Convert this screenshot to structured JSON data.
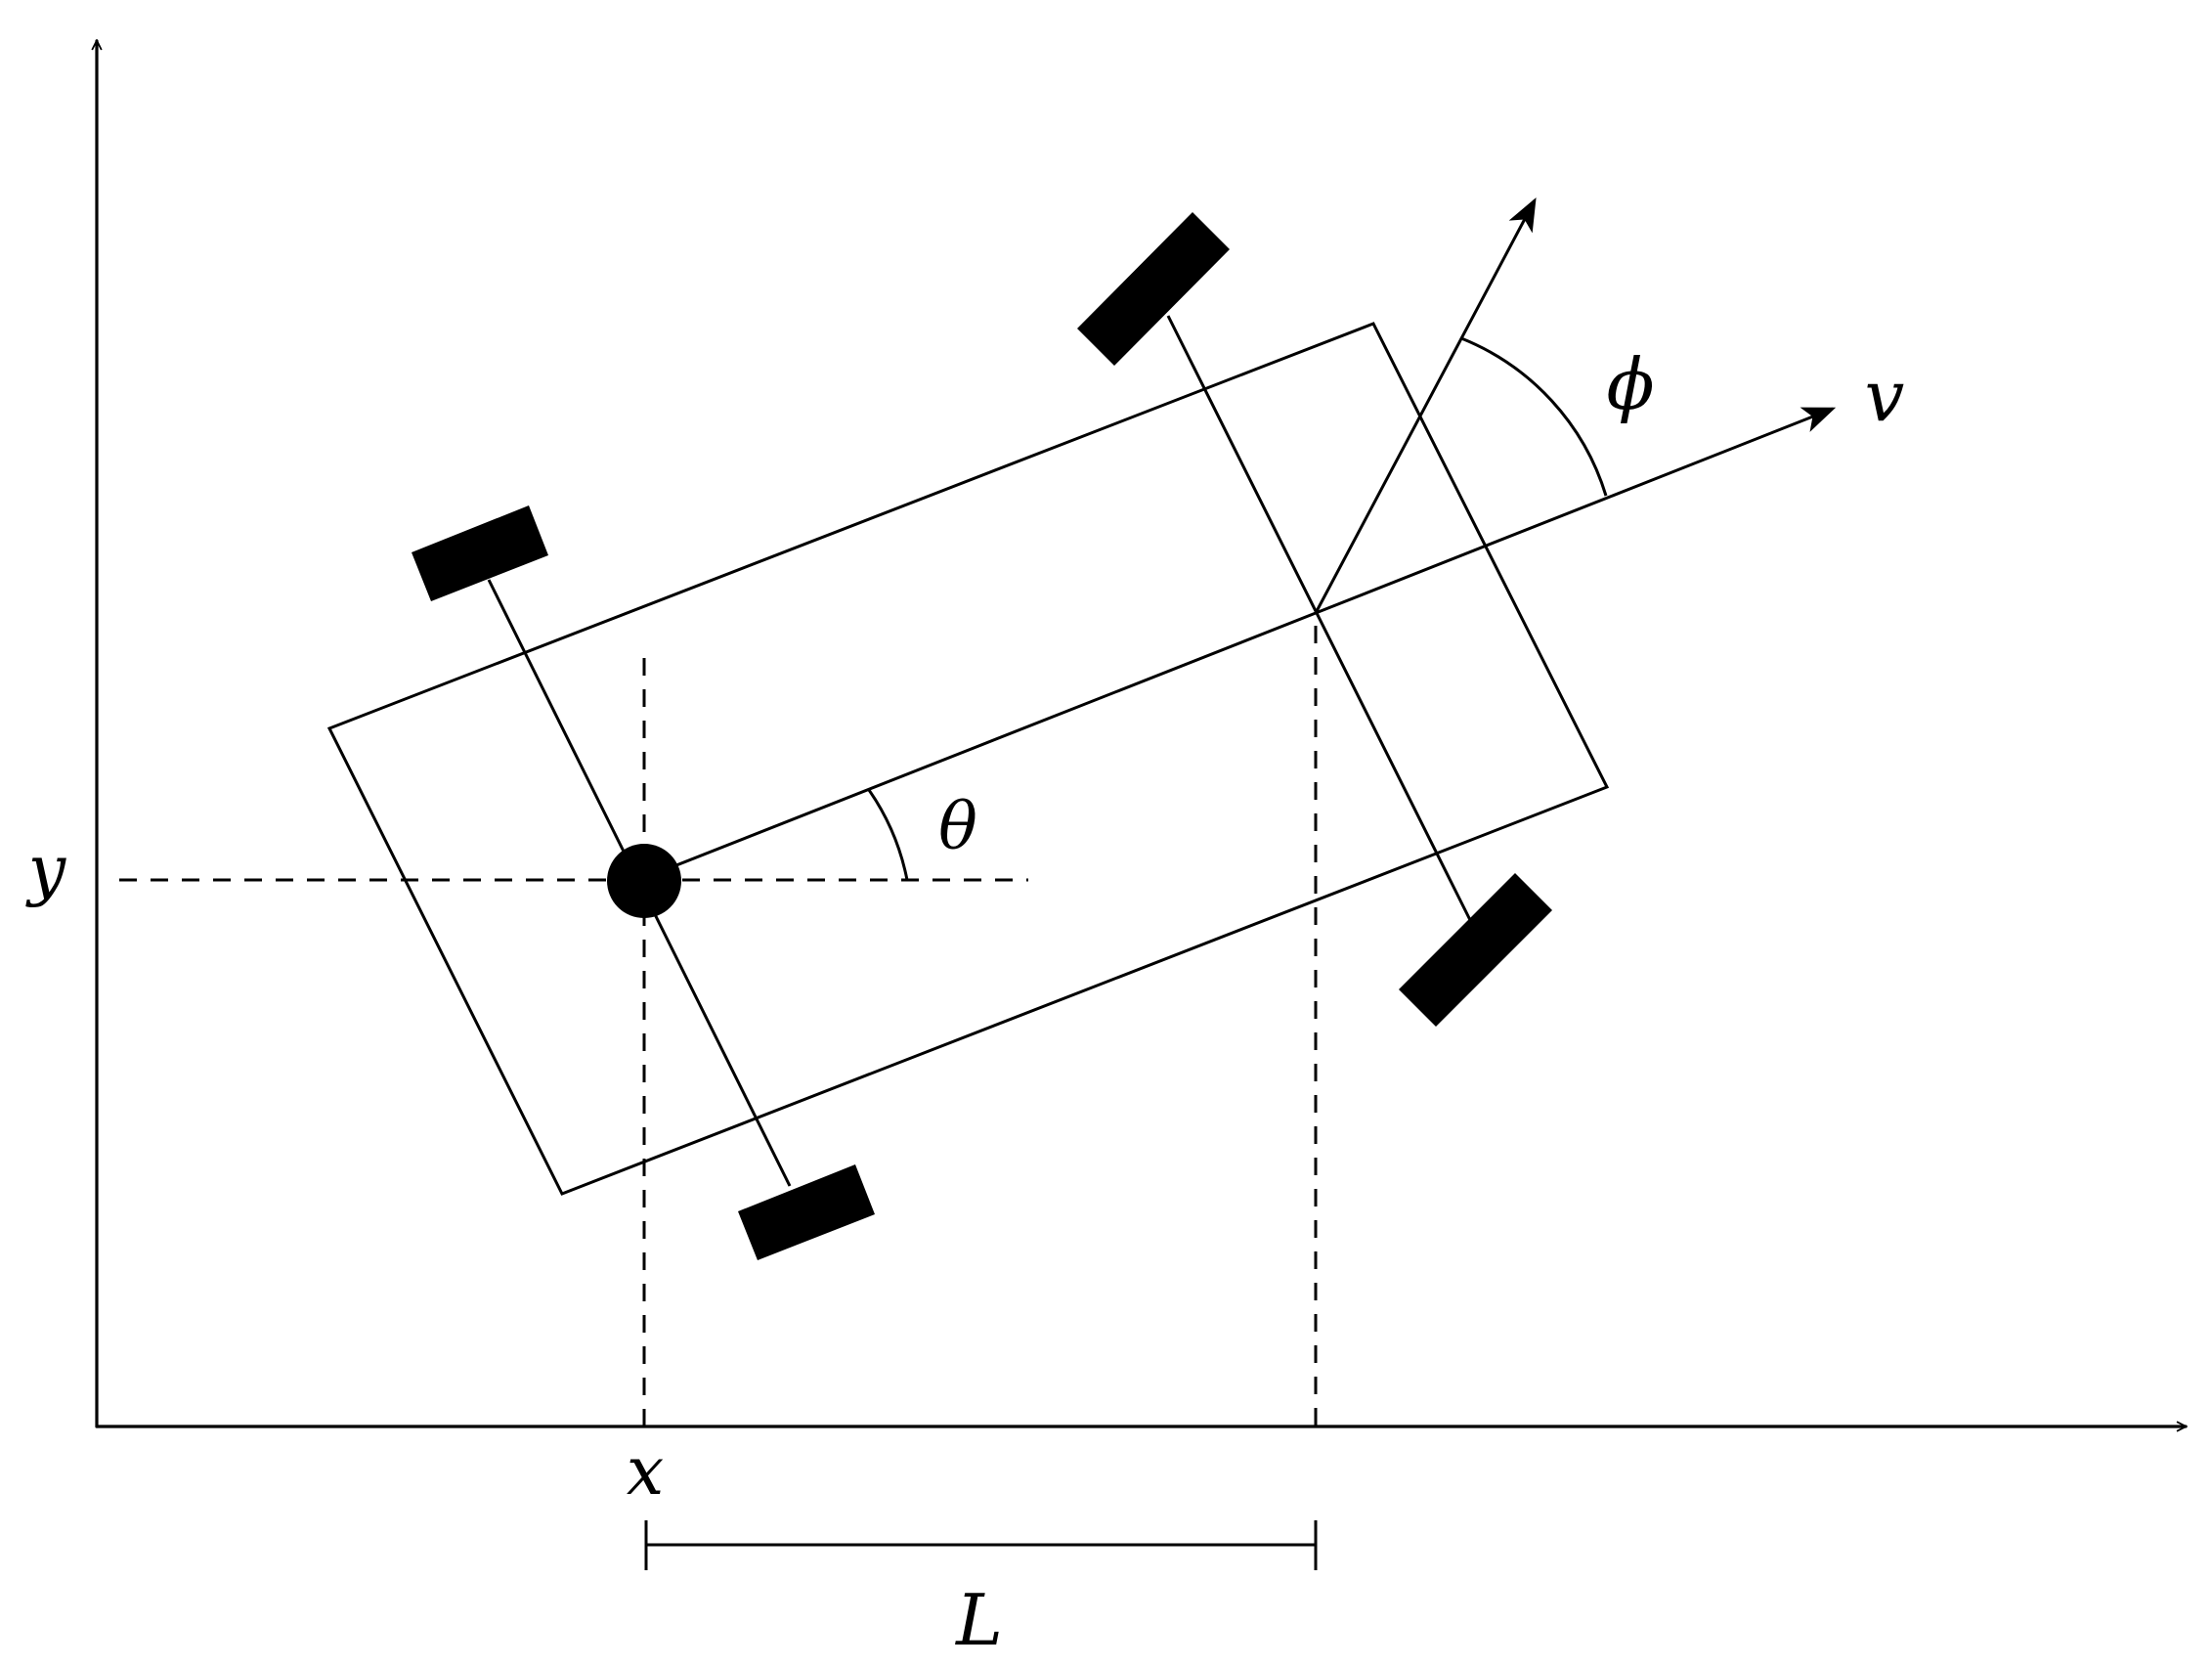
{
  "labels": {
    "x": "x",
    "y": "y",
    "theta": "θ",
    "phi": "ϕ",
    "v": "v",
    "L": "L"
  },
  "colors": {
    "ink": "#000000",
    "background": "#ffffff"
  }
}
